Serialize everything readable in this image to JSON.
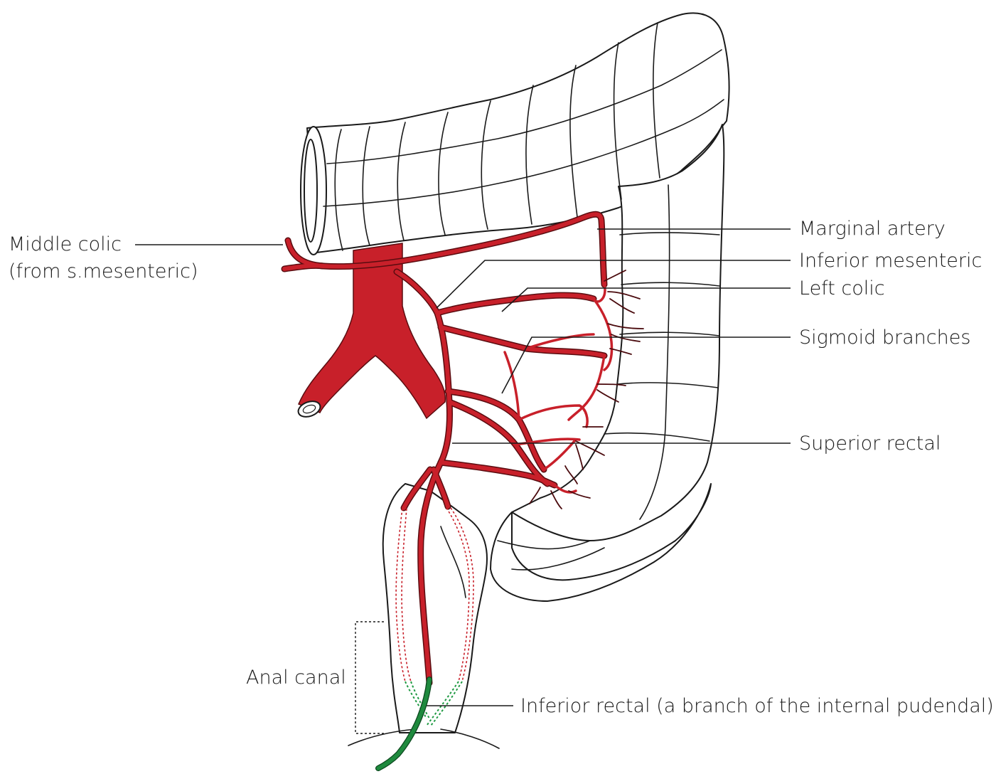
{
  "labels": {
    "marginal_artery": "Marginal artery",
    "inferior_mesenteric": "Inferior mesenteric",
    "left_colic": "Left colic",
    "sigmoid_branches": "Sigmoid branches",
    "superior_rectal": "Superior rectal",
    "middle_colic_line1": "Middle colic",
    "middle_colic_line2": "(from s.mesenteric)",
    "anal_canal": "Anal canal",
    "inferior_rectal": "Inferior rectal (a branch of the internal pudendal)"
  },
  "colors": {
    "artery": "#c8202a",
    "artery_edge": "#5a0c10",
    "inferior_rectal": "#1f8a3e",
    "outline": "#1a1a1a",
    "background": "#ffffff"
  }
}
